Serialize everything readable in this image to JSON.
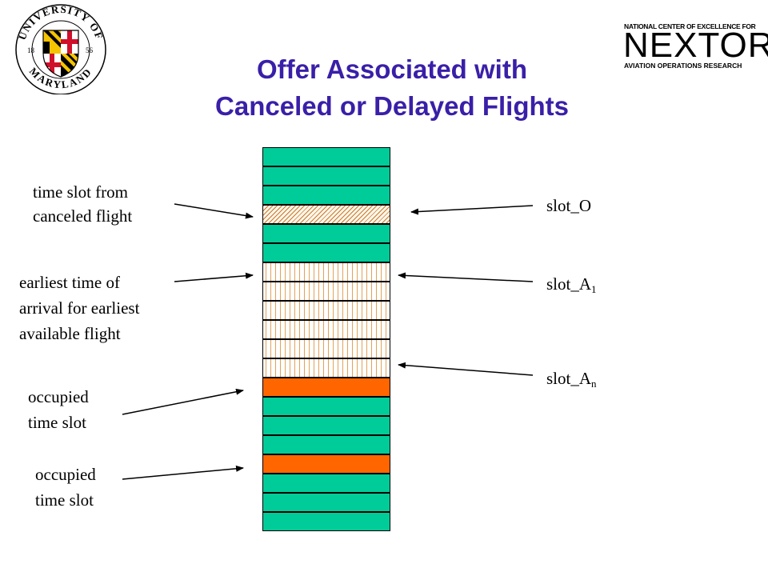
{
  "title": {
    "line1": "Offer Associated with",
    "line2": "Canceled or Delayed Flights"
  },
  "logos": {
    "umd": {
      "top_text": "UNIVERSITY OF",
      "bottom_text": "MARYLAND",
      "year_left": "18",
      "year_right": "56"
    },
    "nextor": {
      "top_text": "NATIONAL CENTER OF EXCELLENCE FOR",
      "name": "NEXTOR",
      "bottom_text": "AVIATION OPERATIONS RESEARCH"
    }
  },
  "slots": [
    {
      "kind": "open"
    },
    {
      "kind": "open"
    },
    {
      "kind": "open"
    },
    {
      "kind": "canceled"
    },
    {
      "kind": "open"
    },
    {
      "kind": "open"
    },
    {
      "kind": "available"
    },
    {
      "kind": "available"
    },
    {
      "kind": "available"
    },
    {
      "kind": "available"
    },
    {
      "kind": "available"
    },
    {
      "kind": "available"
    },
    {
      "kind": "occupied"
    },
    {
      "kind": "open"
    },
    {
      "kind": "open"
    },
    {
      "kind": "open"
    },
    {
      "kind": "occupied"
    },
    {
      "kind": "open"
    },
    {
      "kind": "open"
    },
    {
      "kind": "open"
    }
  ],
  "colors": {
    "title": "#3a1fa8",
    "open_slot": "#00cc99",
    "occupied_slot": "#ff6600",
    "hatch": "#c87a2c"
  },
  "left_labels": {
    "canceled_line1": "time slot from",
    "canceled_line2": "canceled flight",
    "earliest_line1": "earliest time of",
    "earliest_line2": "arrival for earliest",
    "earliest_line3": "available flight",
    "occupied1_line1": "occupied",
    "occupied1_line2": "time slot",
    "occupied2_line1": "occupied",
    "occupied2_line2": "time slot"
  },
  "right_labels": {
    "slot_o": "slot_O",
    "slot_a1_base": "slot_A",
    "slot_a1_sub": "1",
    "slot_an_base": "slot_A",
    "slot_an_sub": "n"
  }
}
